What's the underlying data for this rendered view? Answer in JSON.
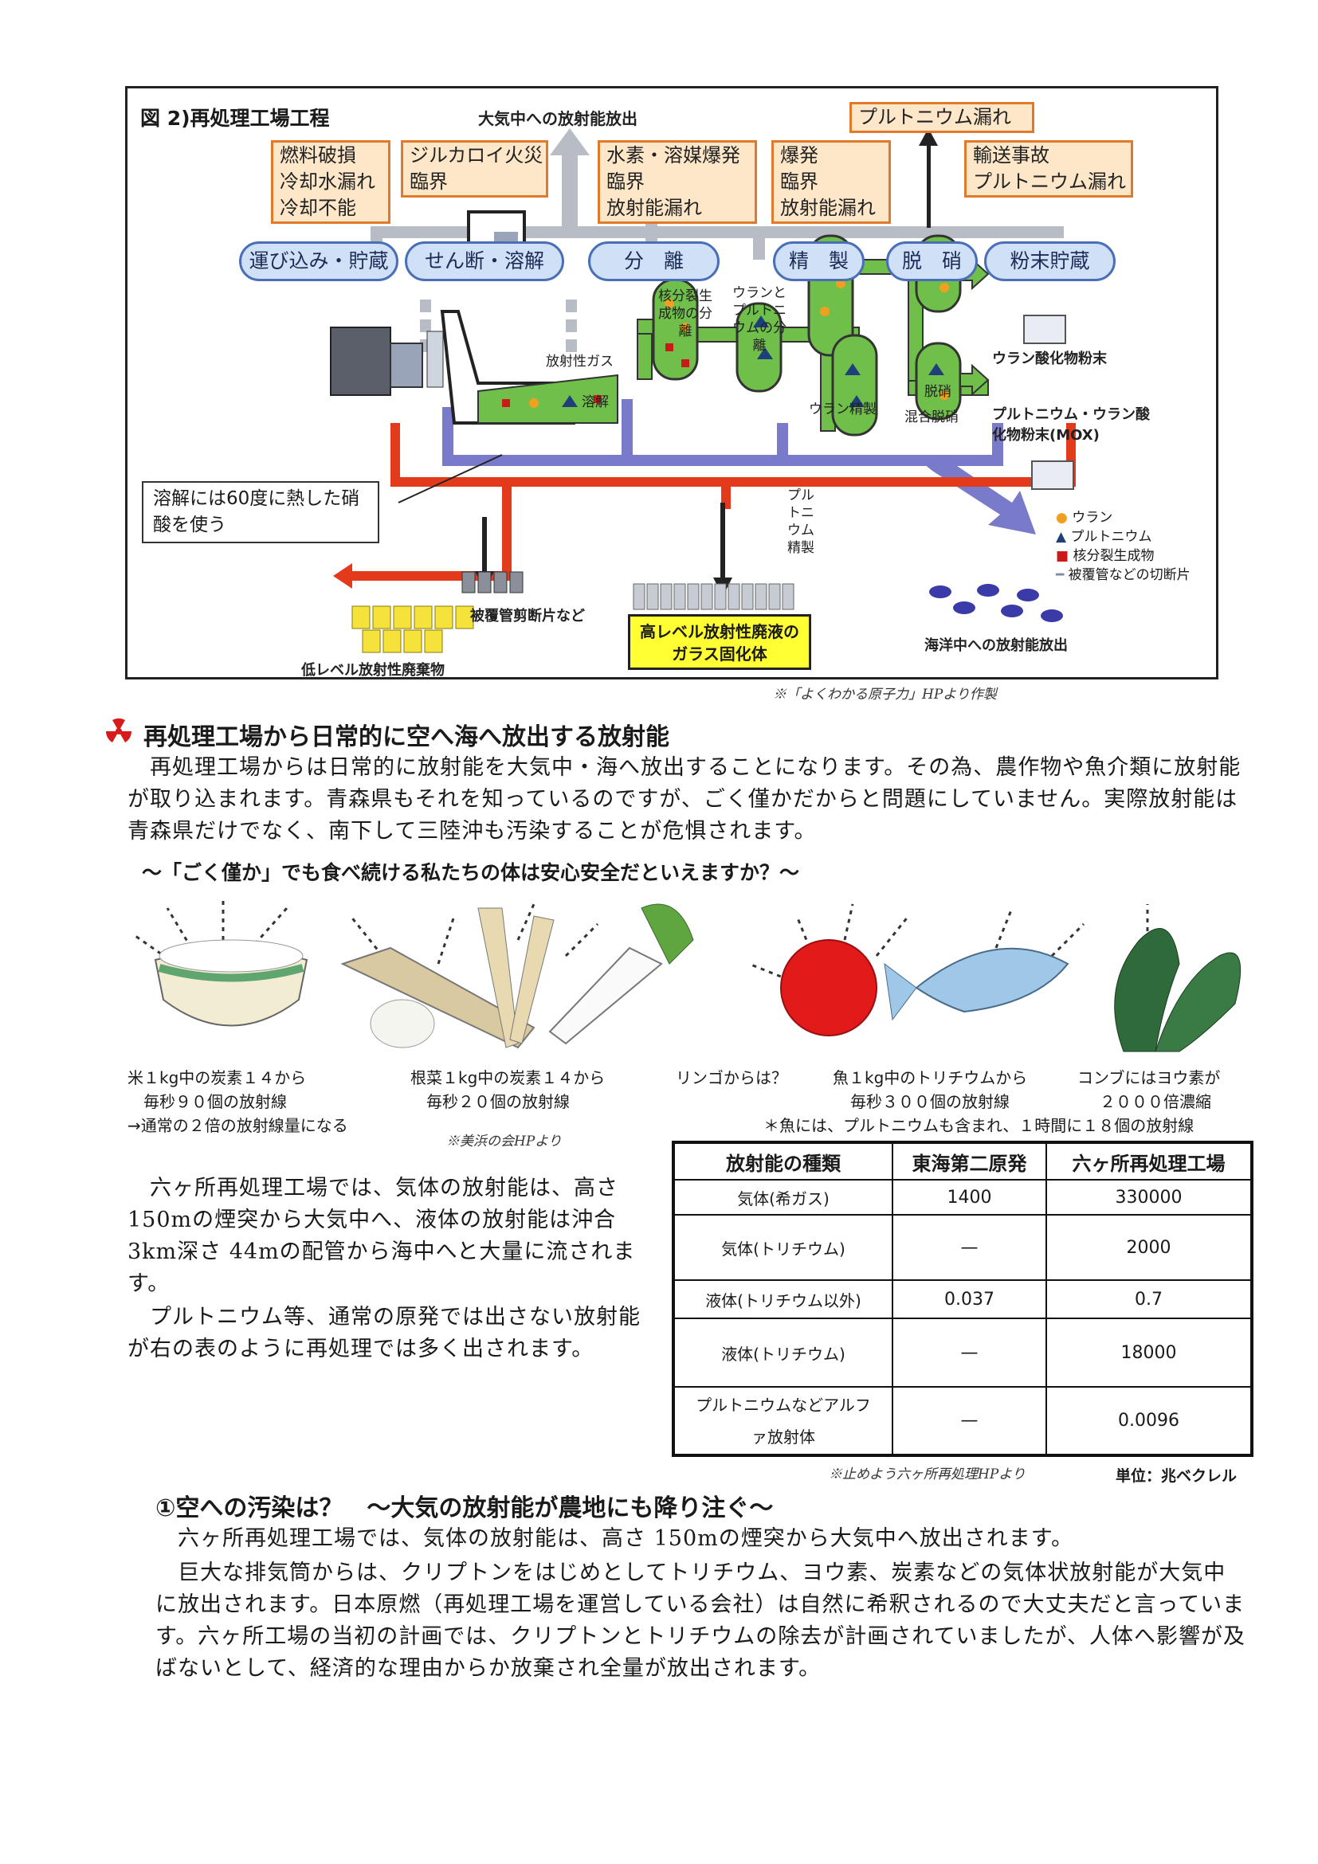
{
  "figure": {
    "title": "図 2)再処理工場工程",
    "air_release_label": "大気中への放射能放出",
    "risk_boxes": [
      {
        "lines": [
          "燃料破損",
          "冷却水漏れ",
          "冷却不能"
        ]
      },
      {
        "lines": [
          "ジルカロイ火災",
          "臨界"
        ]
      },
      {
        "lines": [
          "水素・溶媒爆発",
          "臨界",
          "放射能漏れ"
        ]
      },
      {
        "lines": [
          "爆発",
          "臨界",
          "放射能漏れ"
        ]
      },
      {
        "lines": [
          "プルトニウム漏れ"
        ]
      },
      {
        "lines": [
          "輸送事故",
          "プルトニウム漏れ"
        ]
      }
    ],
    "steps": [
      "運び込み・貯蔵",
      "せん断・溶解",
      "分　離",
      "精　製",
      "脱　硝",
      "粉末貯蔵"
    ],
    "process_labels": {
      "fission_sep": "核分裂生成物の分離",
      "u_pu_sep": "ウランとプルトニウムの分離",
      "gas": "放射性ガス",
      "dissolve": "溶解",
      "u_refine": "ウラン精製",
      "pu_refine": "プルトニウム精製",
      "denitrate": "脱硝",
      "mixed_denitrate": "混合脱硝",
      "u_oxide": "ウラン酸化物粉末",
      "mox": "プルトニウム・ウラン酸化物粉末(MOX)",
      "cladding": "被覆管剪断片など",
      "low_level": "低レベル放射性廃棄物",
      "high_level": "高レベル放射性廃液のガラス固化体",
      "sea_release": "海洋中への放射能放出"
    },
    "nitric_note": "溶解には60度に熱した硝酸を使う",
    "legend": [
      {
        "label": "ウラン",
        "color": "#f0a020"
      },
      {
        "label": "プルトニウム",
        "color": "#1f3f7a"
      },
      {
        "label": "核分裂生成物",
        "color": "#cc1a1a"
      },
      {
        "label": "被覆管などの切断片",
        "color": "#7a8aa8"
      }
    ],
    "source_note": "※「よくわかる原子力」HPより作製"
  },
  "section1": {
    "heading": "再処理工場から日常的に空へ海へ放出する放射能",
    "paragraph": "再処理工場からは日常的に放射能を大気中・海へ放出することになります。その為、農作物や魚介類に放射能が取り込まれます。青森県もそれを知っているのですが、ごく僅かだからと問題にしていません。実際放射能は青森県だけでなく、南下して三陸沖も汚染することが危惧されます。",
    "question": "～「ごく僅か」でも食べ続ける私たちの体は安心安全だといえますか？～"
  },
  "foods": {
    "rice": [
      "米１kg中の炭素１４から",
      "毎秒９０個の放射線",
      "→通常の２倍の放射線量になる"
    ],
    "roots": [
      "根菜１kg中の炭素１４から",
      "毎秒２０個の放射線"
    ],
    "apple": [
      "リンゴからは？"
    ],
    "fish": [
      "魚１kg中のトリチウムから",
      "毎秒３００個の放射線"
    ],
    "kelp": [
      "コンブにはヨウ素が",
      "２０００倍濃縮"
    ],
    "fish_note": "＊魚には、プルトニウムも含まれ、１時間に１８個の放射線",
    "hand_note": "※美浜の会HPより"
  },
  "section1_body": {
    "p1": "六ヶ所再処理工場では、気体の放射能は、高さ150mの煙突から大気中へ、液体の放射能は沖合3km深さ 44mの配管から海中へと大量に流されます。",
    "p2": "プルトニウム等、通常の原発では出さない放射能が右の表のように再処理では多く出されます。"
  },
  "table": {
    "headers": [
      "放射能の種類",
      "東海第二原発",
      "六ヶ所再処理工場"
    ],
    "rows": [
      {
        "type": "気体(希ガス)",
        "tokai": "1400",
        "rokkasho": "330000"
      },
      {
        "type": "気体(トリチウム)",
        "tokai": "—",
        "rokkasho": "2000"
      },
      {
        "type": "液体(トリチウム以外)",
        "tokai": "0.037",
        "rokkasho": "0.7"
      },
      {
        "type": "液体(トリチウム)",
        "tokai": "—",
        "rokkasho": "18000"
      },
      {
        "type": "プルトニウムなどアルファ放射体",
        "tokai": "—",
        "rokkasho": "0.0096"
      }
    ],
    "source": "※止めよう六ヶ所再処理HPより",
    "unit": "単位：兆ベクレル"
  },
  "section2": {
    "heading": "①空への汚染は？　～大気の放射能が農地にも降り注ぐ～",
    "p1": "六ヶ所再処理工場では、気体の放射能は、高さ 150mの煙突から大気中へ放出されます。",
    "p2": "巨大な排気筒からは、クリプトンをはじめとしてトリチウム、ヨウ素、炭素などの気体状放射能が大気中に放出されます。日本原燃（再処理工場を運営している会社）は自然に希釈されるので大丈夫だと言っています。六ヶ所工場の当初の計画では、クリプトンとトリチウムの除去が計画されていましたが、人体へ影響が及ばないとして、経済的な理由からか放棄され全量が放出されます。"
  }
}
